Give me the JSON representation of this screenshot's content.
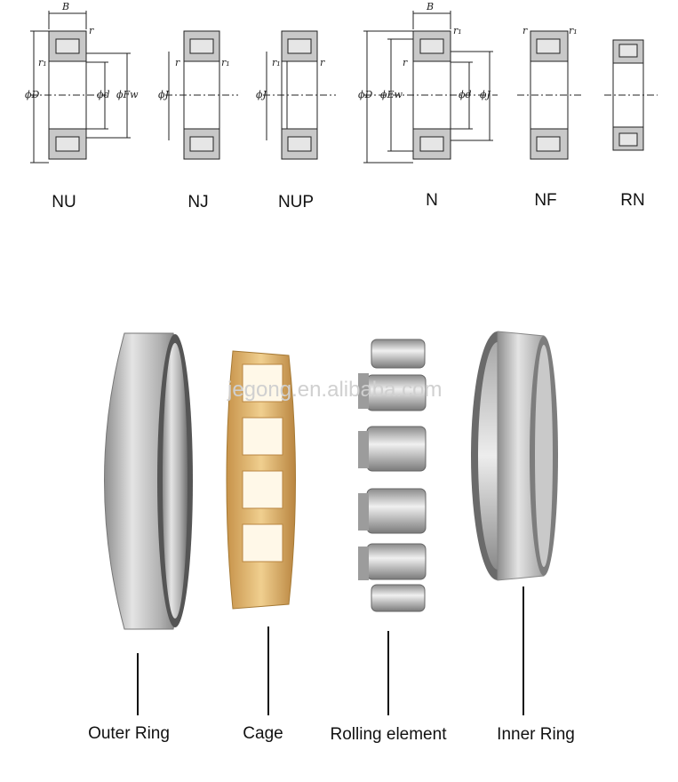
{
  "types": [
    {
      "code": "NU"
    },
    {
      "code": "NJ"
    },
    {
      "code": "NUP"
    },
    {
      "code": "N"
    },
    {
      "code": "NF"
    },
    {
      "code": "RN"
    }
  ],
  "dims": {
    "B": "B",
    "r": "r",
    "r1": "r₁",
    "D": "ϕD",
    "d": "ϕd",
    "Fw": "ϕFw",
    "J": "ϕJ",
    "Ew": "ϕEw"
  },
  "parts": [
    {
      "label": "Outer Ring"
    },
    {
      "label": "Cage"
    },
    {
      "label": "Rolling element"
    },
    {
      "label": "Inner Ring"
    }
  ],
  "watermark": "jegong.en.alibaba.com",
  "colors": {
    "metal": "#b9b9b9",
    "metal_dark": "#6e6e6e",
    "brass": "#d9ad63",
    "line": "#222222"
  }
}
